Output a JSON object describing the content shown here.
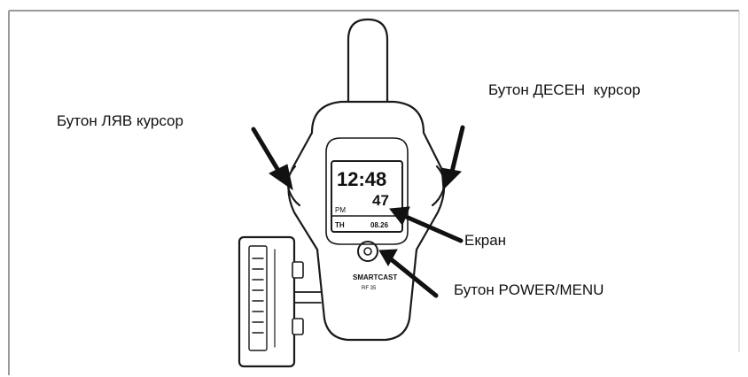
{
  "labels": {
    "left_cursor": "Бутон ЛЯВ курсор",
    "right_cursor": "Бутон ДЕСЕН  курсор",
    "screen": "Екран",
    "power_menu": "Бутон POWER/MENU"
  },
  "device_display": {
    "time": "12:48",
    "seconds": "47",
    "period": "PM",
    "day": "TH",
    "date": "08.26"
  },
  "device_branding": {
    "model_name": "SMARTCAST",
    "model_number": "RF 35"
  },
  "colors": {
    "stroke": "#1a1a1a",
    "frame": "#9a9a9a",
    "background": "#ffffff"
  }
}
